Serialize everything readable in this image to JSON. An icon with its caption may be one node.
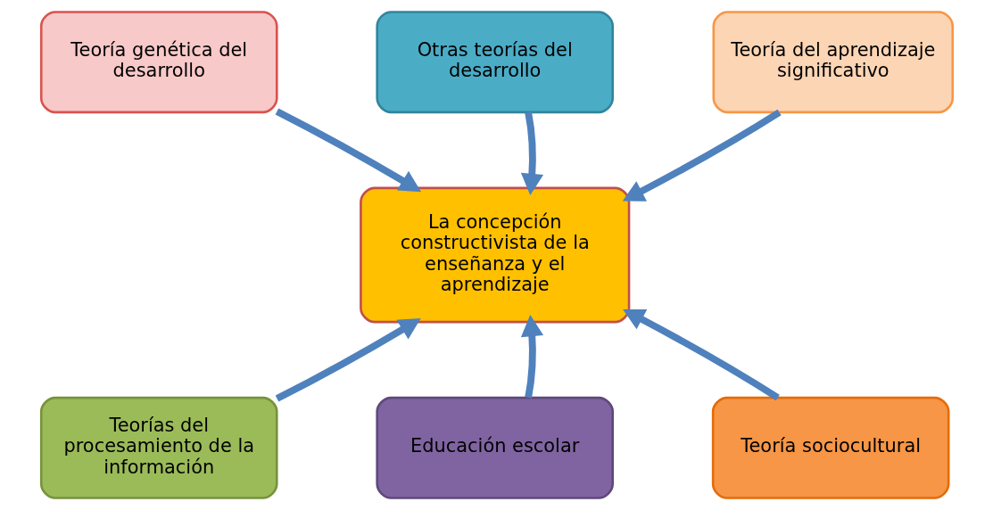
{
  "diagram": {
    "nodes": [
      {
        "text": [
          "Teoría genética del desarrollo"
        ]
      },
      {
        "text": [
          "Otras teorías del desarrollo"
        ]
      },
      {
        "text": [
          "Teoría del aprendizaje significativo"
        ]
      },
      {
        "text": [
          "La concepción constructivista de la enseñanza y el aprendizaje"
        ]
      },
      {
        "text": [
          "Teorías del procesamiento de la información"
        ]
      },
      {
        "text": [
          "Educación escolar"
        ]
      },
      {
        "text": [
          "Teoría sociocultural"
        ]
      }
    ],
    "edges": [
      {
        "from": 0,
        "to": 3,
        "arrow": "to"
      },
      {
        "from": 1,
        "to": 3,
        "arrow": "to"
      },
      {
        "from": 2,
        "to": 3,
        "arrow": "to"
      },
      {
        "from": 4,
        "to": 3,
        "arrow": "to"
      },
      {
        "from": 5,
        "to": 3,
        "arrow": "to"
      },
      {
        "from": 6,
        "to": 3,
        "arrow": "to"
      }
    ]
  }
}
